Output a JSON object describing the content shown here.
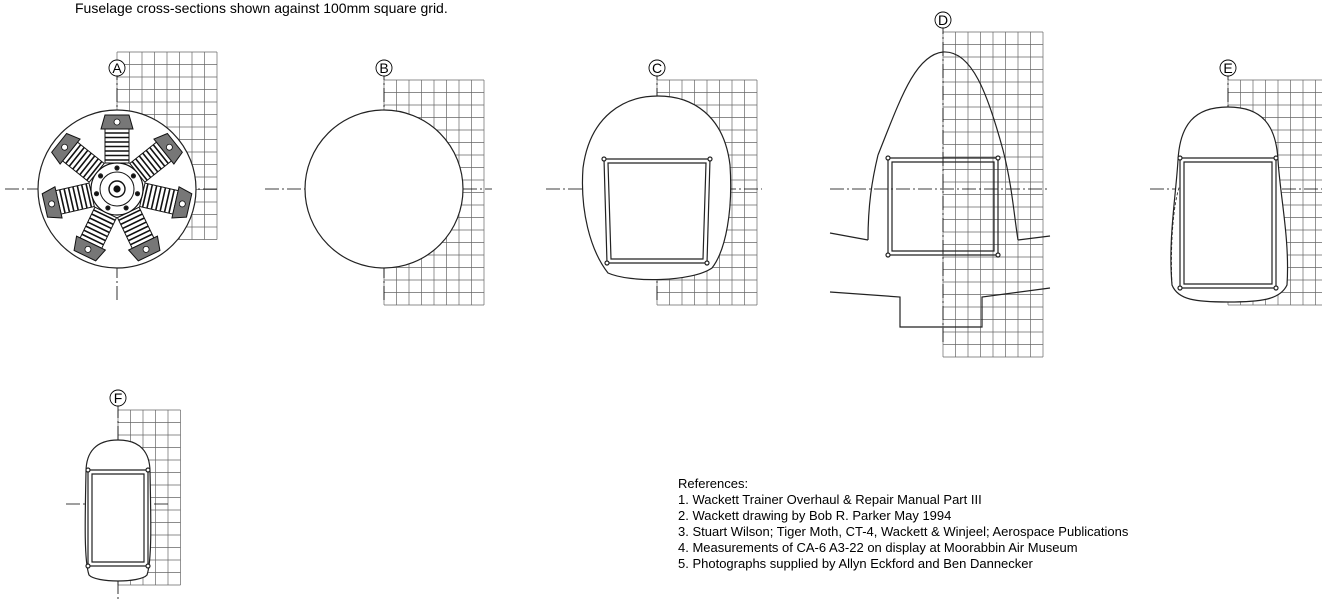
{
  "caption": "Fuselage cross-sections shown against 100mm square grid.",
  "sections": [
    {
      "label": "A",
      "shape": "radial-engine"
    },
    {
      "label": "B",
      "shape": "circle"
    },
    {
      "label": "C",
      "shape": "rounded-frame"
    },
    {
      "label": "D",
      "shape": "canopy-with-wing"
    },
    {
      "label": "E",
      "shape": "rounded-frame"
    },
    {
      "label": "F",
      "shape": "narrow-frame"
    }
  ],
  "references": {
    "heading": "References:",
    "items": [
      "1. Wackett Trainer Overhaul & Repair Manual Part III",
      "2. Wackett drawing by Bob R. Parker May 1994",
      "3. Stuart Wilson; Tiger Moth, CT-4, Wackett & Winjeel; Aerospace Publications",
      "4. Measurements of CA-6 A3-22 on display at Moorabbin Air Museum",
      "5. Photographs supplied by Allyn Eckford and Ben Dannecker"
    ]
  },
  "colors": {
    "line": "#000000",
    "grid": "#666666",
    "outline": "#222222"
  }
}
